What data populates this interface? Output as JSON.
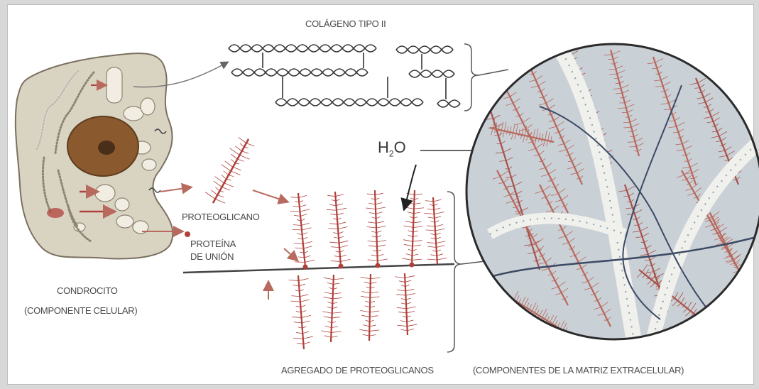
{
  "labels": {
    "collagen": "COLÁGENO TIPO II",
    "water_main": "H",
    "water_sub": "2",
    "water_tail": "O",
    "proteoglycan": "PROTEOGLICANO",
    "link_protein_1": "PROTEÍNA",
    "link_protein_2": "DE UNIÓN",
    "chondrocyte_1": "CONDROCITO",
    "chondrocyte_2": "(COMPONENTE CELULAR)",
    "aggregate": "AGREGADO DE PROTEOGLICANOS",
    "matrix": "(COMPONENTES DE LA MATRIZ EXTRACELULAR)"
  },
  "colors": {
    "cell_fill": "#d9d3c2",
    "cell_outline": "#7a7060",
    "nucleus": "#8a5a2e",
    "nucleus_dark": "#4a2f18",
    "red_fiber": "#b0413a",
    "collagen_gray": "#333333",
    "circle_bg": "#c9d0d6",
    "arrow": "#b86a5e"
  }
}
